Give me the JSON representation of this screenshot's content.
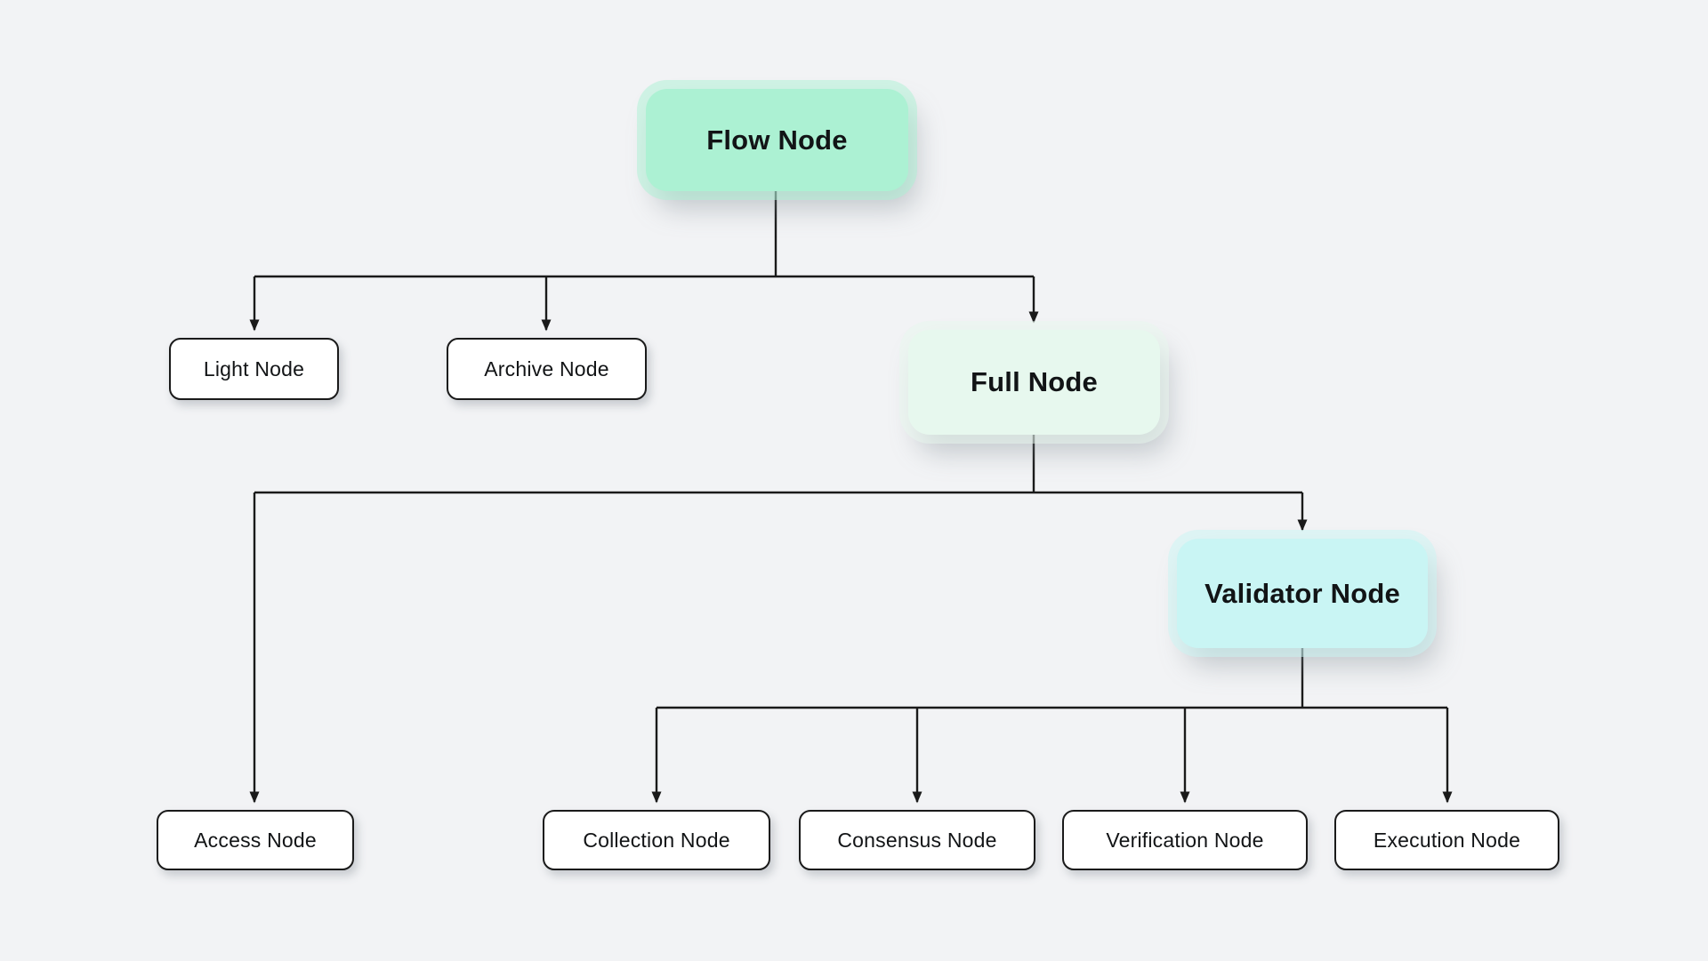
{
  "canvas": {
    "background": "#F2F3F5",
    "line_color": "#1A1A1A",
    "text_color": "#121416"
  },
  "diagram": {
    "nodes": {
      "flow": {
        "label": "Flow Node",
        "fill": "#ACF1D3",
        "variant": "tinted"
      },
      "light": {
        "label": "Light Node",
        "fill": "#FFFFFF",
        "variant": "outlined"
      },
      "archive": {
        "label": "Archive Node",
        "fill": "#FFFFFF",
        "variant": "outlined"
      },
      "full": {
        "label": "Full Node",
        "fill": "#E7F8EE",
        "variant": "tinted"
      },
      "validator": {
        "label": "Validator Node",
        "fill": "#C9F5F4",
        "variant": "tinted"
      },
      "access": {
        "label": "Access Node",
        "fill": "#FFFFFF",
        "variant": "outlined"
      },
      "collection": {
        "label": "Collection Node",
        "fill": "#FFFFFF",
        "variant": "outlined"
      },
      "consensus": {
        "label": "Consensus Node",
        "fill": "#FFFFFF",
        "variant": "outlined"
      },
      "verification": {
        "label": "Verification Node",
        "fill": "#FFFFFF",
        "variant": "outlined"
      },
      "execution": {
        "label": "Execution Node",
        "fill": "#FFFFFF",
        "variant": "outlined"
      }
    },
    "edges": [
      {
        "from": "Flow Node",
        "to": "Light Node"
      },
      {
        "from": "Flow Node",
        "to": "Archive Node"
      },
      {
        "from": "Flow Node",
        "to": "Full Node"
      },
      {
        "from": "Full Node",
        "to": "Access Node"
      },
      {
        "from": "Full Node",
        "to": "Validator Node"
      },
      {
        "from": "Validator Node",
        "to": "Collection Node"
      },
      {
        "from": "Validator Node",
        "to": "Consensus Node"
      },
      {
        "from": "Validator Node",
        "to": "Verification Node"
      },
      {
        "from": "Validator Node",
        "to": "Execution Node"
      }
    ]
  }
}
